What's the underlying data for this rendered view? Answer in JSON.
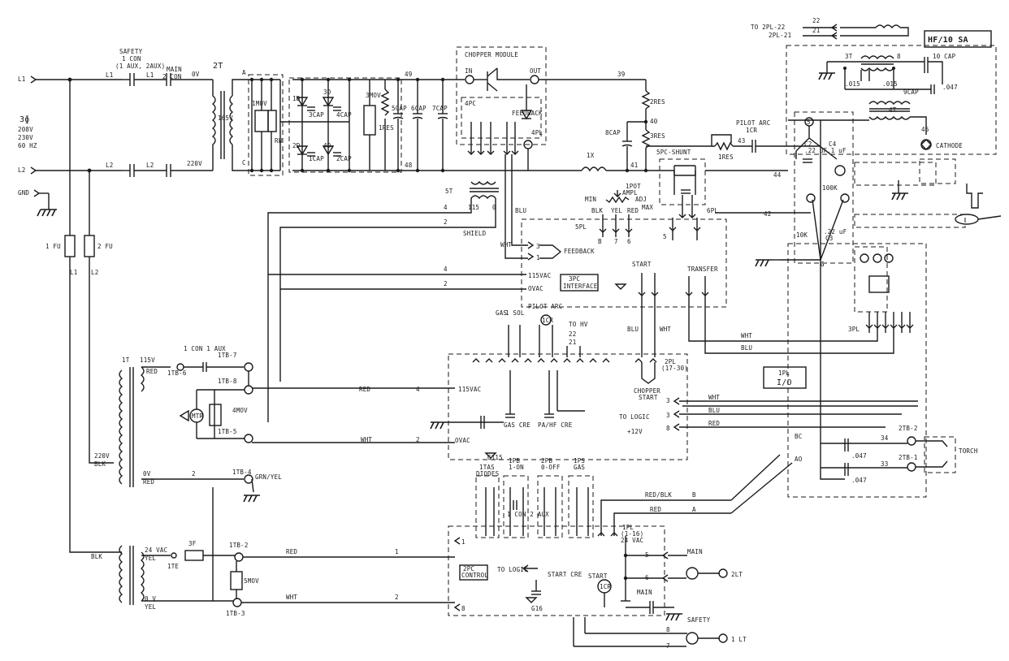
{
  "labels": {
    "L1": "L1",
    "L2": "L2",
    "GND": "GND",
    "volts_3ph": "3ɸ",
    "v208": "208V",
    "v230": "230V",
    "hz60": "60 HZ",
    "safety": "SAFETY",
    "con1": "1 CON",
    "aux": "(1 AUX, 2AUX)",
    "main": "MAIN",
    "con2": "2 CON",
    "l1w": "L1",
    "l2w": "L2",
    "v0": "0V",
    "v220": "220V",
    "t2": "2T",
    "A": "A",
    "C": "C",
    "mov1": "1MOV",
    "v165": "165V",
    "rw": "RW",
    "d1": "1D",
    "d2": "2D",
    "d3": "3D",
    "d4": "4D",
    "scap1": "1CAP",
    "scap2": "2CAP",
    "scap3": "3CAP",
    "scap4": "4CAP",
    "mov3": "3MOV",
    "res1": "1RES",
    "cap5": "5CAP",
    "cap6": "6CAP",
    "cap7": "7CAP",
    "w49": "49",
    "w48": "48",
    "w39": "39",
    "w40": "40",
    "w41": "41",
    "chopper": "CHOPPER MODULE",
    "in": "IN",
    "out": "OUT",
    "pc4": "4PC",
    "feedback": "FEEDBACK",
    "pl4": "4PL",
    "res2": "2RES",
    "res3": "3RES",
    "cap8": "8CAP",
    "x1": "1X",
    "shunt": "5PC-SHUNT",
    "pilotarc": "PILOT ARC",
    "cr1": "1CR",
    "res1b": "1RES",
    "pot1": "1POT",
    "ampl": "AMPL",
    "adj": "ADJ",
    "min": "MIN",
    "max": "MAX",
    "blk": "BLK",
    "yel": "YEL",
    "red": "RED",
    "pl5": "5PL",
    "pl6": "6PL",
    "t5": "5T",
    "n115": "115",
    "n0": "0",
    "n4": "4",
    "n2": "2",
    "shield": "SHIELD",
    "blu": "BLU",
    "wht": "WHT",
    "feedbk": "FEEDBACK",
    "vac115": "115VAC",
    "ovac": "OVAC",
    "pc3": "3PC",
    "interface": "INTERFACE",
    "start": "START",
    "transfer": "TRANSFER",
    "to_2pl22": "TO 2PL-22",
    "pl2_21": "2PL-21",
    "w22": "22",
    "w21": "21",
    "hf": "HF/10 SA",
    "t3": "3T",
    "t4": "4T",
    "cap10": "10 CAP",
    "cap9": "9CAP",
    "v015a": ".015",
    "v015b": ".015",
    "v047": ".047",
    "cathode": "CATHODE",
    "w46": "46",
    "c2": "C2",
    "c2v": ".22 uF",
    "c4": "C4",
    "c4v": ".1 uF",
    "r100k": "100K",
    "c3": "C3",
    "c3v": ".22 uF",
    "r10k": "10K",
    "w42": "42",
    "w43": "43",
    "w44": "44",
    "G": "G",
    "pl3": "3PL",
    "pl1": "1PL",
    "io": "I/O",
    "gas": "GAS",
    "sol": "1 SOL",
    "pilot": "PILOT ARC",
    "cr": "1CR",
    "tohv": "TO HV",
    "pl2": "2PL",
    "pl2r": "(17-30)",
    "chopperstart": "CHOPPER",
    "start2": "START",
    "tologic": "TO LOGIC",
    "p12v": "+12V",
    "gascre": "GAS CRE",
    "pahf": "PA/HF CRE",
    "tb2": "2TB-2",
    "tb1": "2TB-1",
    "torch": "TORCH",
    "bc": "BC",
    "ao": "AO",
    "w34": "34",
    "w33": "33",
    "c047a": ".047",
    "c047b": ".047",
    "t1": "1T",
    "v115": "115V",
    "tb7": "1TB-7",
    "tb8": "1TB-8",
    "tb5": "1TB-5",
    "tb4": "1TB-4",
    "tb6": "1TB-6",
    "con1aux": "1 CON 1 AUX",
    "mov4": "4MOV",
    "mtr": "MTR",
    "v220b": "220V",
    "grnyel": "GRN/YEL",
    "fu1": "1 FU",
    "fu2": "2 FU",
    "v24": "24 VAC",
    "fu3": "3F",
    "ite": "1TE",
    "tb2b": "1TB-2",
    "mov5": "5MOV",
    "tb3": "1TB-3",
    "tas": "1TAS",
    "diodes": "DIODES",
    "pb1": "1PB",
    "on": "1-ON",
    "pb2": "2PB",
    "off": "0-OFF",
    "ps1": "1PS",
    "gasps": "GAS",
    "con1b": "1 CON 2 AUX",
    "pc2": "2PC",
    "control": "CONTROL",
    "startcre": "START CRE",
    "g16": "G16",
    "pl1b": "1PL",
    "pl1r": "(1-16)",
    "v24b": "24 VAC",
    "redblk": "RED/BLK",
    "B": "B",
    "red2": "RED",
    "A2": "A",
    "lt2": "2LT",
    "lt1": "1 LT",
    "safety2": "SAFETY",
    "main2": "MAIN",
    "w5": "5",
    "w6": "6",
    "w7": "7",
    "w8": "8",
    "w1": "1",
    "w2": "2",
    "w4": "4",
    "w3": "3",
    "wht2": "WHT",
    "red3": "RED",
    "blk2": "BLK",
    "ov": "0V",
    "yel2": "YEL",
    "ov2": "0 V",
    "g115": "G115"
  }
}
